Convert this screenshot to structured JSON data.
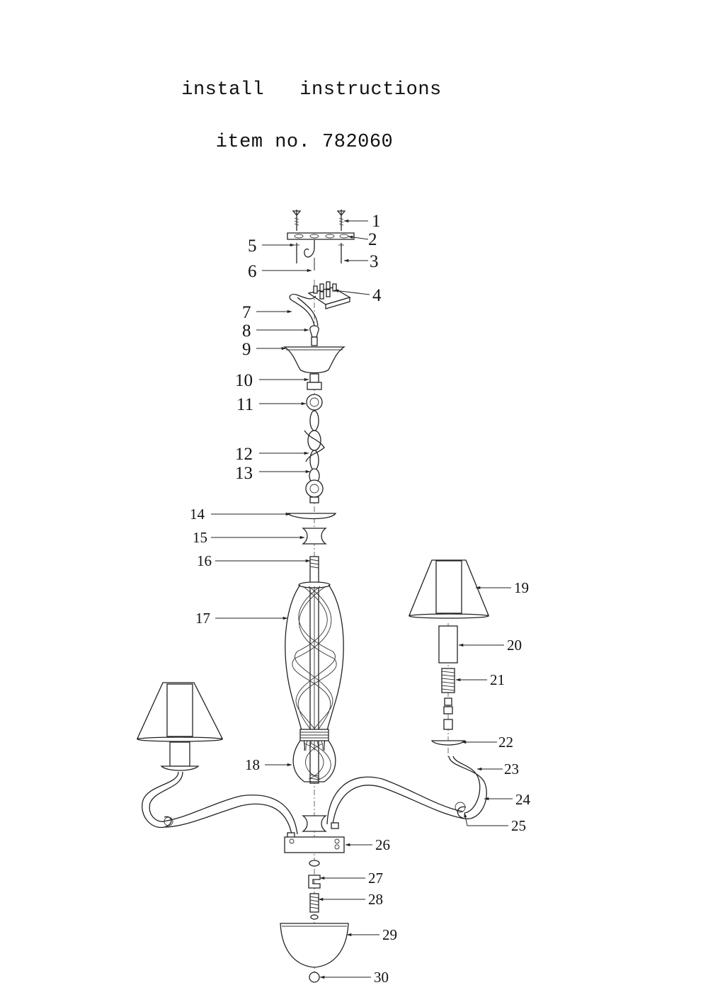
{
  "header": {
    "title": "install   instructions",
    "item_number": "item no. 782060"
  },
  "callouts": [
    "1",
    "2",
    "3",
    "4",
    "5",
    "6",
    "7",
    "8",
    "9",
    "10",
    "11",
    "12",
    "13",
    "14",
    "15",
    "16",
    "17",
    "18",
    "19",
    "20",
    "21",
    "22",
    "23",
    "24",
    "25",
    "26",
    "27",
    "28",
    "29",
    "30"
  ]
}
